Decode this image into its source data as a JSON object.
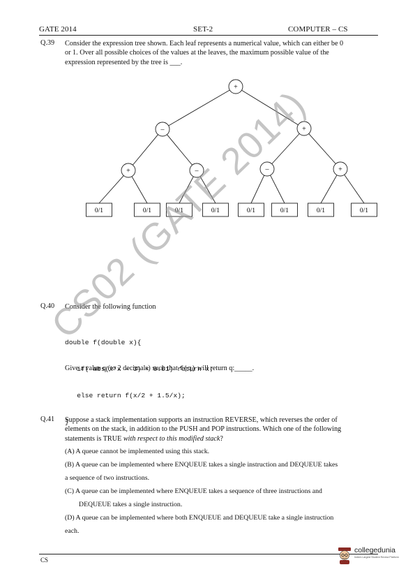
{
  "header": {
    "left": "GATE 2014",
    "center": "SET-2",
    "right": "COMPUTER – CS"
  },
  "q39": {
    "number": "Q.39",
    "line1": "Consider the expression tree shown. Each leaf represents a numerical value, which can either be 0",
    "line2": "or 1. Over all possible choices of the values at the leaves, the maximum possible value of the",
    "line3": "expression represented by the tree is ___.",
    "tree": {
      "root": "+",
      "level2": [
        "–",
        "+"
      ],
      "level3": [
        "+",
        "–",
        "–",
        "+"
      ],
      "leaves": [
        "0/1",
        "0/1",
        "0/1",
        "0/1",
        "0/1",
        "0/1",
        "0/1",
        "0/1"
      ]
    }
  },
  "q40": {
    "number": "Q.40",
    "intro": "Consider the following function",
    "code": [
      "double f(double x){",
      "   if( abs(x*x – 3) < 0.01) return x;",
      "   else return f(x/2 + 1.5/x);",
      "}"
    ],
    "ask_pre": "Give a value q (to 2 decimals) such that ",
    "ask_code": "f(q)",
    "ask_post": " will return q:_____."
  },
  "q41": {
    "number": "Q.41",
    "line1": "Suppose a stack implementation supports an instruction REVERSE, which reverses the order of",
    "line2": "elements on the stack, in addition to the PUSH and POP instructions. Which one of the following",
    "line3_plain": "statements is TRUE ",
    "line3_italic": "with respect to this modified stack",
    "line3_end": "?",
    "options": {
      "a": "(A) A queue cannot be implemented using this stack.",
      "b1": "(B) A queue can be implemented where ENQUEUE takes a single instruction and DEQUEUE takes",
      "b2": "a sequence of two instructions.",
      "c1": "(C) A queue can be implemented where ENQUEUE takes a sequence of three instructions and",
      "c2": "DEQUEUE takes a single instruction.",
      "d1": "(D) A queue can be implemented where both ENQUEUE and DEQUEUE take a single instruction",
      "d2": "each."
    }
  },
  "watermark": "CS02 (GATE 2014)",
  "footer": {
    "left": "CS"
  },
  "logo": {
    "name": "collegedunia",
    "tagline": "India's Largest Student Review Platform"
  },
  "colors": {
    "logo_brand": "#8a2b25",
    "watermark": "#969696"
  }
}
